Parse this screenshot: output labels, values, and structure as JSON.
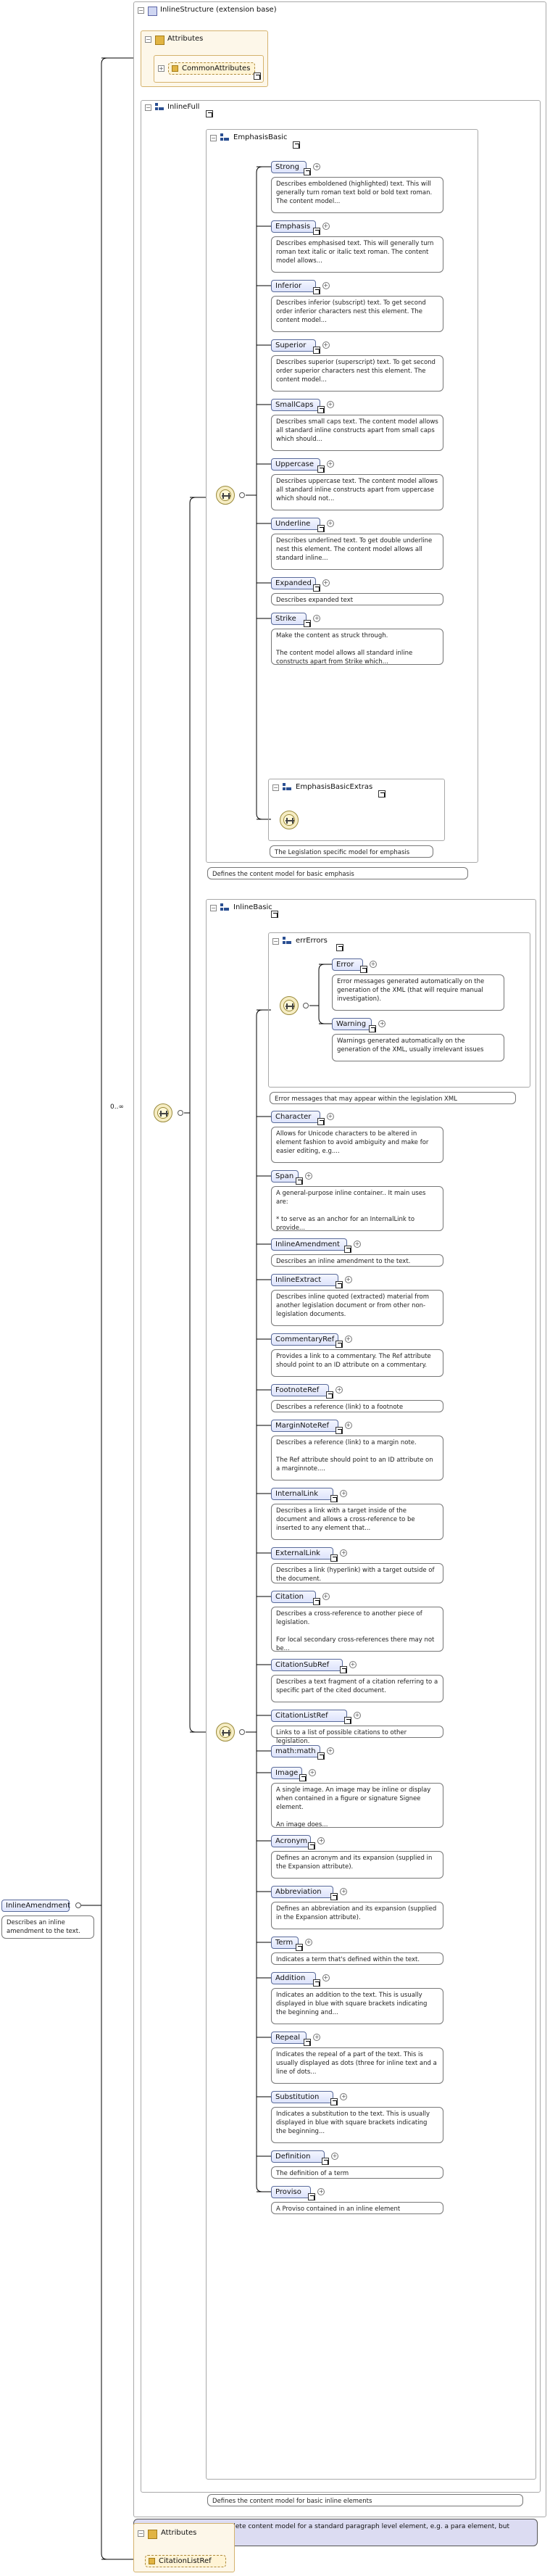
{
  "root": {
    "name": "InlineAmendment",
    "doc": "Describes an inline amendment to the text.",
    "multiplicity": "0..∞"
  },
  "outer_type": {
    "title": "InlineStructure (extension base)",
    "doc": "A type that defines the complete content model for a standard paragraph level element, e.g. a para element, but without..."
  },
  "attributes": {
    "label": "Attributes",
    "top_group": "CommonAttributes",
    "bottom_group": "CitationListRef"
  },
  "inline_full": {
    "title": "InlineFull"
  },
  "emphasis_basic": {
    "title": "EmphasisBasic",
    "doc": "Defines the content model for basic emphasis",
    "elements": [
      {
        "name": "Strong",
        "doc": "Describes emboldened (highlighted) text. This will generally turn roman text bold or bold text roman. The content model..."
      },
      {
        "name": "Emphasis",
        "doc": "Describes emphasised text. This will generally turn roman text italic or italic text roman. The content model allows..."
      },
      {
        "name": "Inferior",
        "doc": "Describes inferior (subscript) text. To get second order inferior characters nest this element. The content model..."
      },
      {
        "name": "Superior",
        "doc": "Describes superior (superscript) text. To get second order superior characters nest this element. The content model..."
      },
      {
        "name": "SmallCaps",
        "doc": "Describes small caps text. The content model allows all standard inline constructs apart from small caps which should..."
      },
      {
        "name": "Uppercase",
        "doc": "Describes uppercase text. The content model allows all standard inline constructs apart from uppercase which should not..."
      },
      {
        "name": "Underline",
        "doc": "Describes underlined text. To get double underline nest this element. The content model allows all standard inline..."
      },
      {
        "name": "Expanded",
        "doc": "Describes expanded text"
      },
      {
        "name": "Strike",
        "doc": "Make the content as struck through.\n\nThe content model allows all standard inline constructs apart from Strike which..."
      }
    ],
    "extras": {
      "title": "EmphasisBasicExtras",
      "doc": "The Legislation specific model for emphasis"
    }
  },
  "inline_basic": {
    "title": "InlineBasic",
    "doc": "Defines the content model for basic inline elements",
    "err_errors": {
      "title": "errErrors",
      "doc": "Error messages that may appear within the legislation XML",
      "elements": [
        {
          "name": "Error",
          "doc": "Error messages generated automatically on the generation of the XML (that will require manual investigation)."
        },
        {
          "name": "Warning",
          "doc": "Warnings generated automatically on the generation of the XML, usually irrelevant issues"
        }
      ]
    },
    "elements": [
      {
        "name": "Character",
        "doc": "Allows for Unicode characters to be altered in element fashion to avoid ambiguity and make for easier editing, e.g...."
      },
      {
        "name": "Span",
        "doc": "A general-purpose inline container.. It main uses are:\n\n* to serve as an anchor for an InternalLink to provide..."
      },
      {
        "name": "InlineAmendment",
        "doc": "Describes an inline amendment to the text."
      },
      {
        "name": "InlineExtract",
        "doc": "Describes inline quoted (extracted) material from another legislation document or from other non-legislation documents."
      },
      {
        "name": "CommentaryRef",
        "doc": "Provides a link to a commentary. The Ref attribute should point to an ID attribute on a commentary."
      },
      {
        "name": "FootnoteRef",
        "doc": "Describes a reference (link) to a footnote"
      },
      {
        "name": "MarginNoteRef",
        "doc": "Describes a reference (link) to a margin note.\n\nThe Ref attribute should point to an ID attribute on a marginnote...."
      },
      {
        "name": "InternalLink",
        "doc": "Describes a link with a target inside of the document and allows a cross-reference to be inserted to any element that..."
      },
      {
        "name": "ExternalLink",
        "doc": "Describes a link (hyperlink) with a target outside of the document."
      },
      {
        "name": "Citation",
        "doc": "Describes a cross-reference to another piece of legislation.\n\nFor local secondary cross-references there may not be..."
      },
      {
        "name": "CitationSubRef",
        "doc": "Describes a text fragment of a citation referring to a specific part of the cited document."
      },
      {
        "name": "CitationListRef",
        "doc": "Links to a list of possible citations to other legislation."
      },
      {
        "name": "math:math",
        "doc": ""
      },
      {
        "name": "Image",
        "doc": "A single image. An image may be inline or display when contained in a figure or signature Signee element.\n\nAn image does..."
      },
      {
        "name": "Acronym",
        "doc": "Defines an acronym and its expansion (supplied in the Expansion attribute)."
      },
      {
        "name": "Abbreviation",
        "doc": "Defines an abbreviation and its expansion (supplied in the Expansion attribute)."
      },
      {
        "name": "Term",
        "doc": "Indicates a term that's defined within the text."
      },
      {
        "name": "Addition",
        "doc": "Indicates an addition to the text. This is usually displayed in blue with square brackets indicating the beginning and..."
      },
      {
        "name": "Repeal",
        "doc": "Indicates the repeal of a part of the text. This is usually displayed as dots (three for inline text and a line of dots..."
      },
      {
        "name": "Substitution",
        "doc": "Indicates a substitution to the text. This is usually displayed in blue with square brackets indicating the beginning..."
      },
      {
        "name": "Definition",
        "doc": "The definition of a term"
      },
      {
        "name": "Proviso",
        "doc": "A Proviso contained in an inline element"
      }
    ]
  },
  "colors": {
    "element_fill": "#dde3fb",
    "type_doc_fill": "#dcdcf2",
    "attribute_fill": "#fdf7e9",
    "wire": "#000000"
  }
}
